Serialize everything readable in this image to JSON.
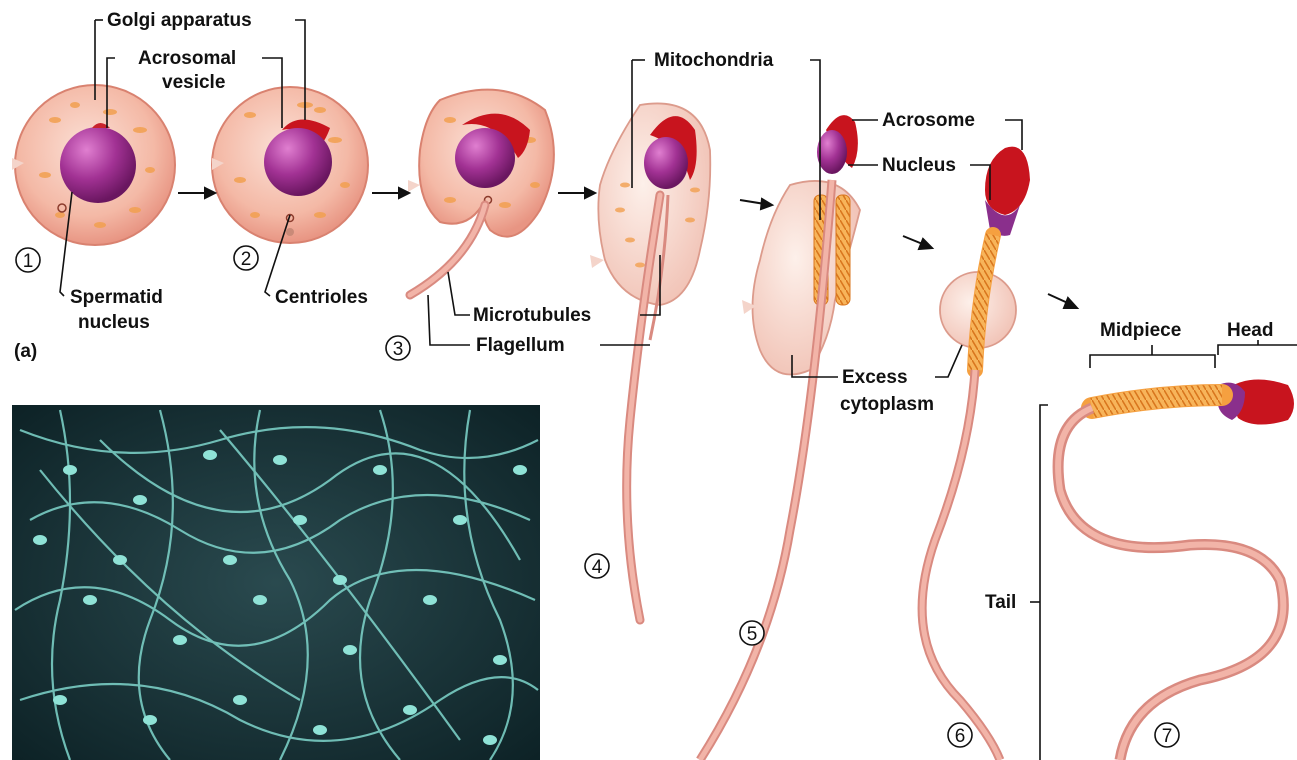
{
  "labels": {
    "golgi_apparatus": "Golgi apparatus",
    "acrosomal_vesicle_1": "Acrosomal",
    "acrosomal_vesicle_2": "vesicle",
    "spermatid_nucleus_1": "Spermatid",
    "spermatid_nucleus_2": "nucleus",
    "centrioles": "Centrioles",
    "microtubules": "Microtubules",
    "flagellum": "Flagellum",
    "mitochondria": "Mitochondria",
    "acrosome": "Acrosome",
    "nucleus": "Nucleus",
    "excess_cytoplasm_1": "Excess",
    "excess_cytoplasm_2": "cytoplasm",
    "midpiece": "Midpiece",
    "head": "Head",
    "tail": "Tail",
    "panel_a": "(a)"
  },
  "steps": [
    "1",
    "2",
    "3",
    "4",
    "5",
    "6",
    "7"
  ],
  "micrograph": {
    "description_icon": "sperm-micrograph-image"
  },
  "colors": {
    "cytoplasm": "#f2b4a2",
    "nucleus": "#9a2f8a",
    "acrosome": "#c0141e",
    "mitochondria": "#f5a040",
    "tail": "#e89a90",
    "micrograph_bg": "#1c3a3e",
    "micrograph_fg": "#7fd6cc"
  }
}
